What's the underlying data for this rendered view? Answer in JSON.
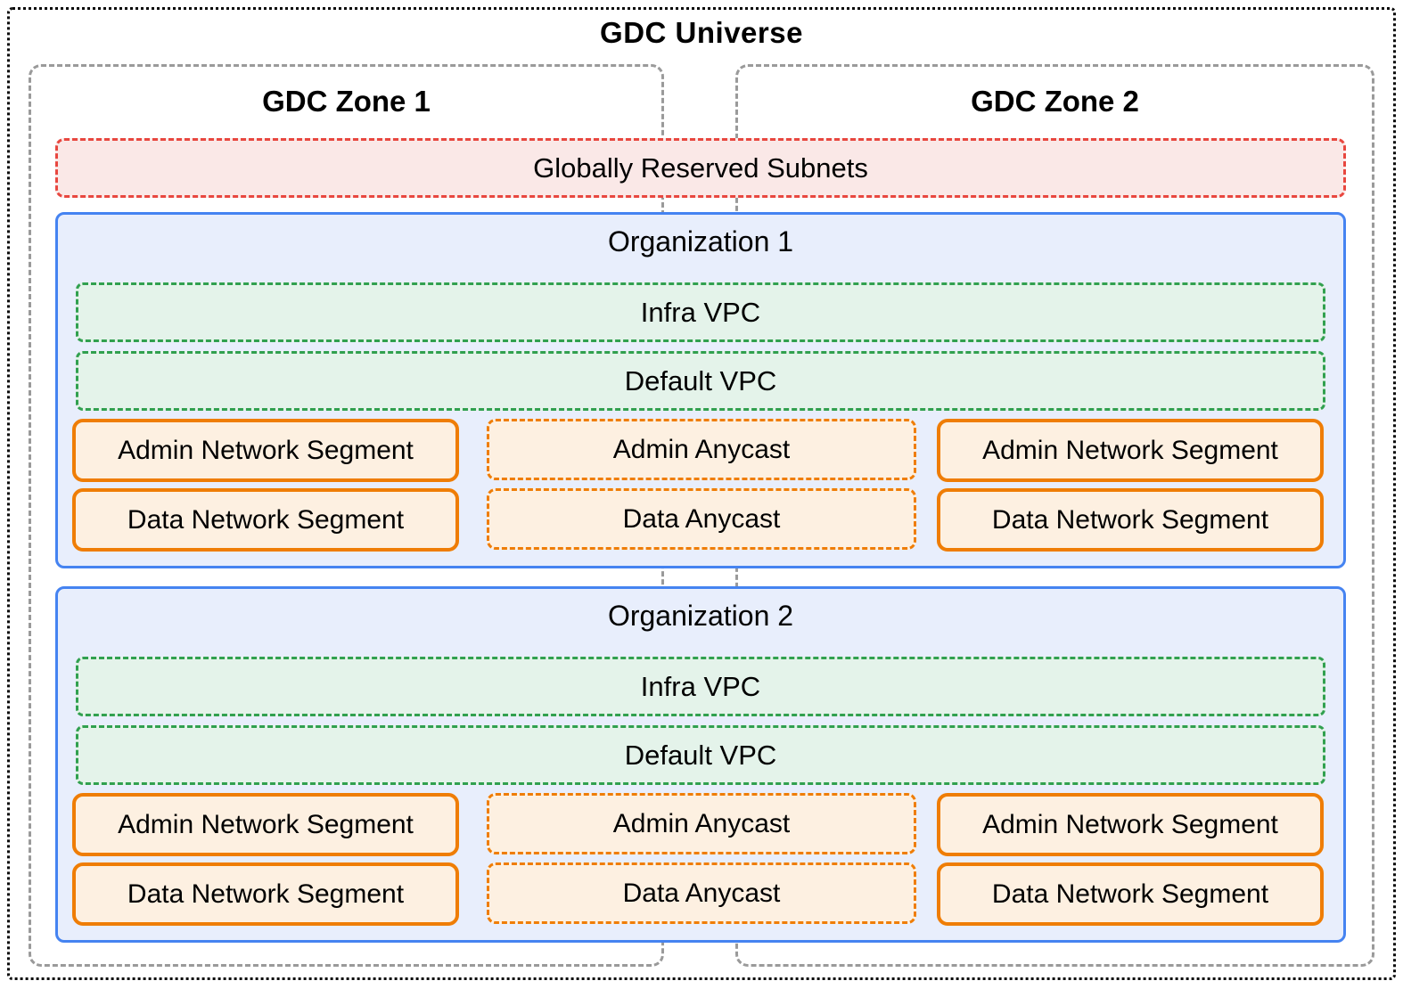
{
  "diagram": {
    "title": "GDC Universe",
    "zones": [
      {
        "label": "GDC Zone 1"
      },
      {
        "label": "GDC Zone 2"
      }
    ],
    "reserved_subnets": {
      "label": "Globally Reserved Subnets"
    },
    "organizations": [
      {
        "label": "Organization 1",
        "vpcs": [
          {
            "label": "Infra VPC"
          },
          {
            "label": "Default VPC"
          }
        ],
        "segment_rows": [
          {
            "zone1": "Admin Network Segment",
            "anycast": "Admin Anycast",
            "zone2": "Admin Network Segment"
          },
          {
            "zone1": "Data Network Segment",
            "anycast": "Data Anycast",
            "zone2": "Data Network Segment"
          }
        ]
      },
      {
        "label": "Organization 2",
        "vpcs": [
          {
            "label": "Infra VPC"
          },
          {
            "label": "Default VPC"
          }
        ],
        "segment_rows": [
          {
            "zone1": "Admin Network Segment",
            "anycast": "Admin Anycast",
            "zone2": "Admin Network Segment"
          },
          {
            "zone1": "Data Network Segment",
            "anycast": "Data Anycast",
            "zone2": "Data Network Segment"
          }
        ]
      }
    ],
    "colors": {
      "universe_border": "#0a0a0a",
      "zone_border": "#9a9a9a",
      "reserved_border": "#e8473f",
      "reserved_bg": "#fae8e7",
      "org_border": "#4583f1",
      "org_bg": "#e8eefc",
      "vpc_border": "#31a04f",
      "vpc_bg": "#e4f3ea",
      "segment_border": "#ef7d05",
      "segment_bg": "#fdf0e1",
      "text": "#000000"
    }
  }
}
